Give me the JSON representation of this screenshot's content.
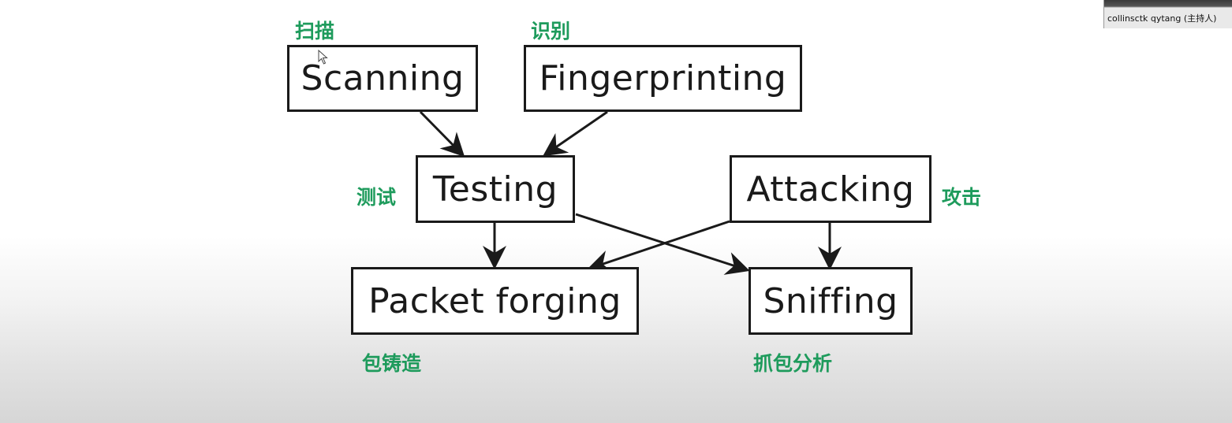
{
  "diagram": {
    "nodes": {
      "scanning": "Scanning",
      "fingerprinting": "Fingerprinting",
      "testing": "Testing",
      "attacking": "Attacking",
      "packet_forging": "Packet forging",
      "sniffing": "Sniffing"
    },
    "annotations": {
      "scanning": "扫描",
      "fingerprinting": "识别",
      "testing": "测试",
      "attacking": "攻击",
      "packet_forging": "包铸造",
      "sniffing": "抓包分析"
    },
    "edges": [
      {
        "from": "scanning",
        "to": "testing"
      },
      {
        "from": "fingerprinting",
        "to": "testing"
      },
      {
        "from": "testing",
        "to": "packet_forging"
      },
      {
        "from": "testing",
        "to": "sniffing"
      },
      {
        "from": "attacking",
        "to": "packet_forging"
      },
      {
        "from": "attacking",
        "to": "sniffing"
      }
    ],
    "colors": {
      "annotation": "#1e9b5c",
      "box_border": "#1a1a1a"
    }
  },
  "meeting": {
    "participant_name": "collinsctk qytang (主持人)"
  }
}
